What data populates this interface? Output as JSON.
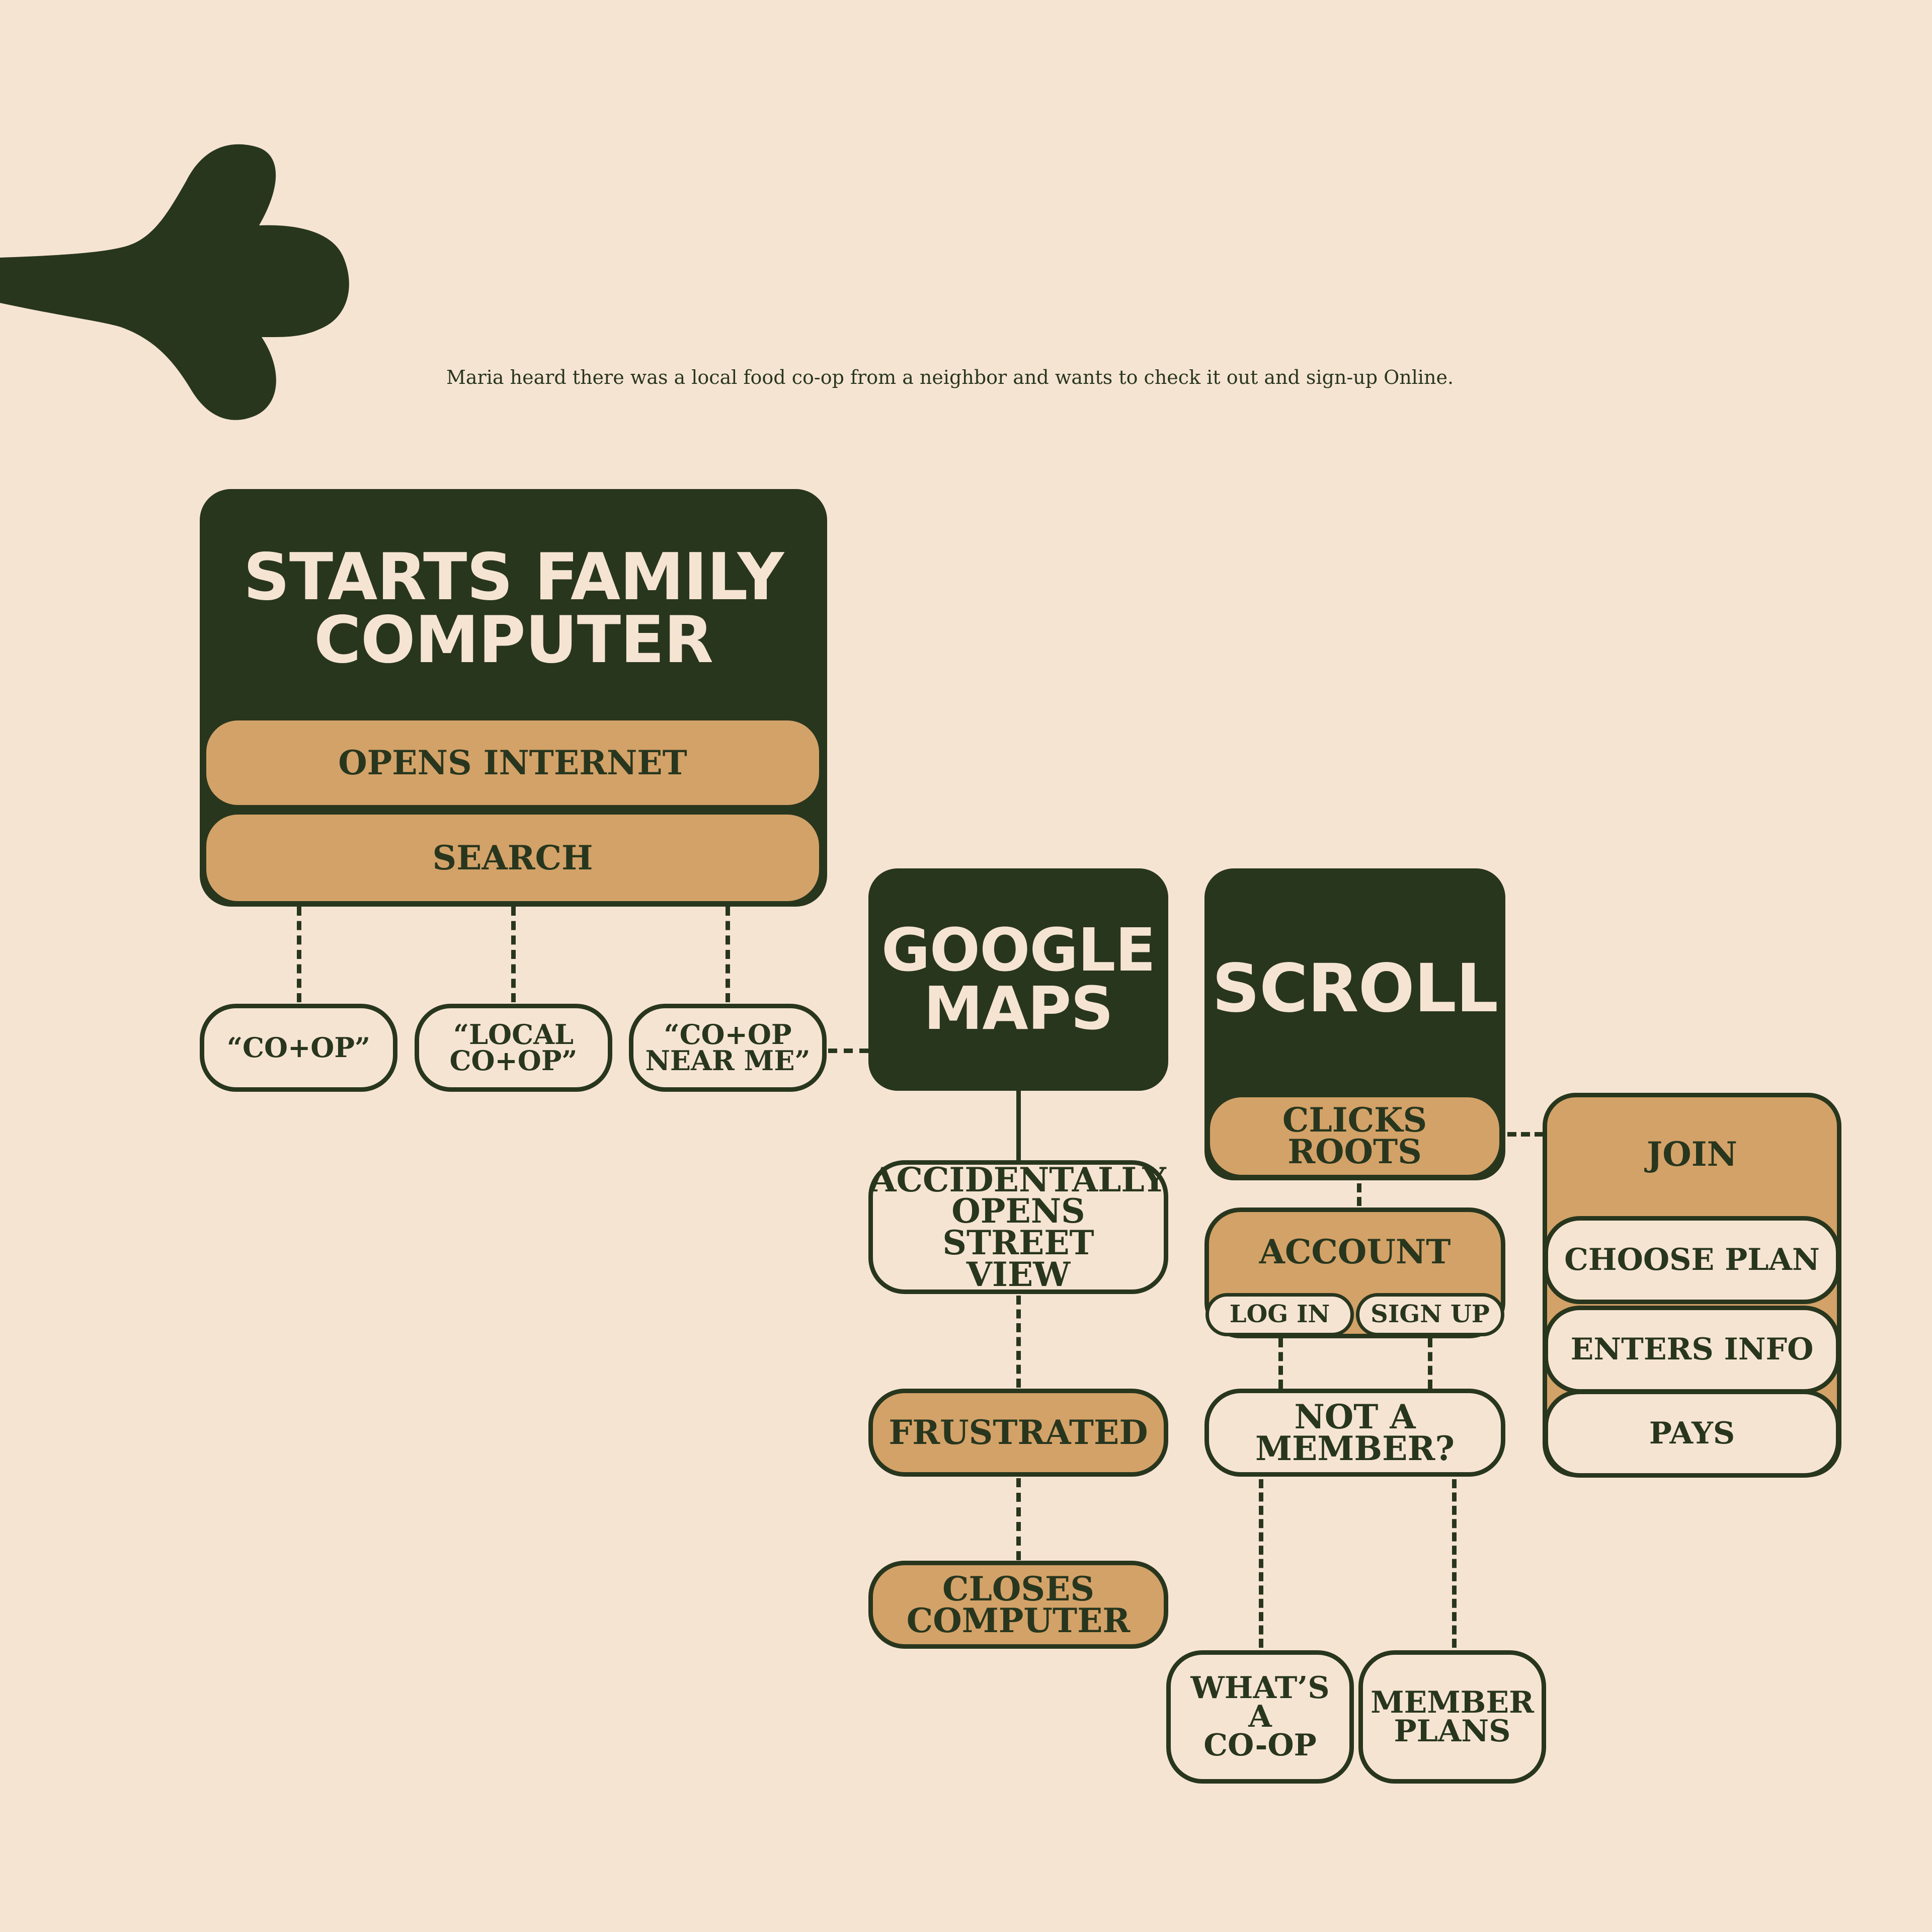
{
  "caption": "Maria heard there was a local food co-op from a neighbor and wants to check it out and sign-up Online.",
  "colors": {
    "background": "#f6e4d2",
    "dark": "#28361e",
    "tan": "#d3a268"
  },
  "logo_icon": "leaf-icon",
  "start": {
    "title_line1": "STARTS FAMILY",
    "title_line2": "COMPUTER",
    "opens_internet": "OPENS INTERNET",
    "search": "SEARCH"
  },
  "search_terms": {
    "t1": "“CO+OP”",
    "t2_line1": "“LOCAL",
    "t2_line2": "CO+OP”",
    "t3_line1": "“CO+OP",
    "t3_line2": "NEAR ME”"
  },
  "maps": {
    "title_line1": "GOOGLE",
    "title_line2": "MAPS",
    "street_line1": "ACCIDENTALLY",
    "street_line2": "OPENS STREET",
    "street_line3": "VIEW",
    "frustrated": "FRUSTRATED",
    "closes_line1": "CLOSES",
    "closes_line2": "COMPUTER"
  },
  "scroll": {
    "title": "SCROLL",
    "clicks_roots": "CLICKS ROOTS",
    "account": "ACCOUNT",
    "log_in": "LOG IN",
    "sign_up": "SIGN UP",
    "not_member_line1": "NOT A",
    "not_member_line2": "MEMBER?",
    "whats_line1": "WHAT’S",
    "whats_line2": "A",
    "whats_line3": "CO-OP",
    "plans_line1": "MEMBER",
    "plans_line2": "PLANS"
  },
  "join": {
    "title": "JOIN",
    "choose_plan": "CHOOSE PLAN",
    "enters_info": "ENTERS INFO",
    "pays": "PAYS"
  }
}
